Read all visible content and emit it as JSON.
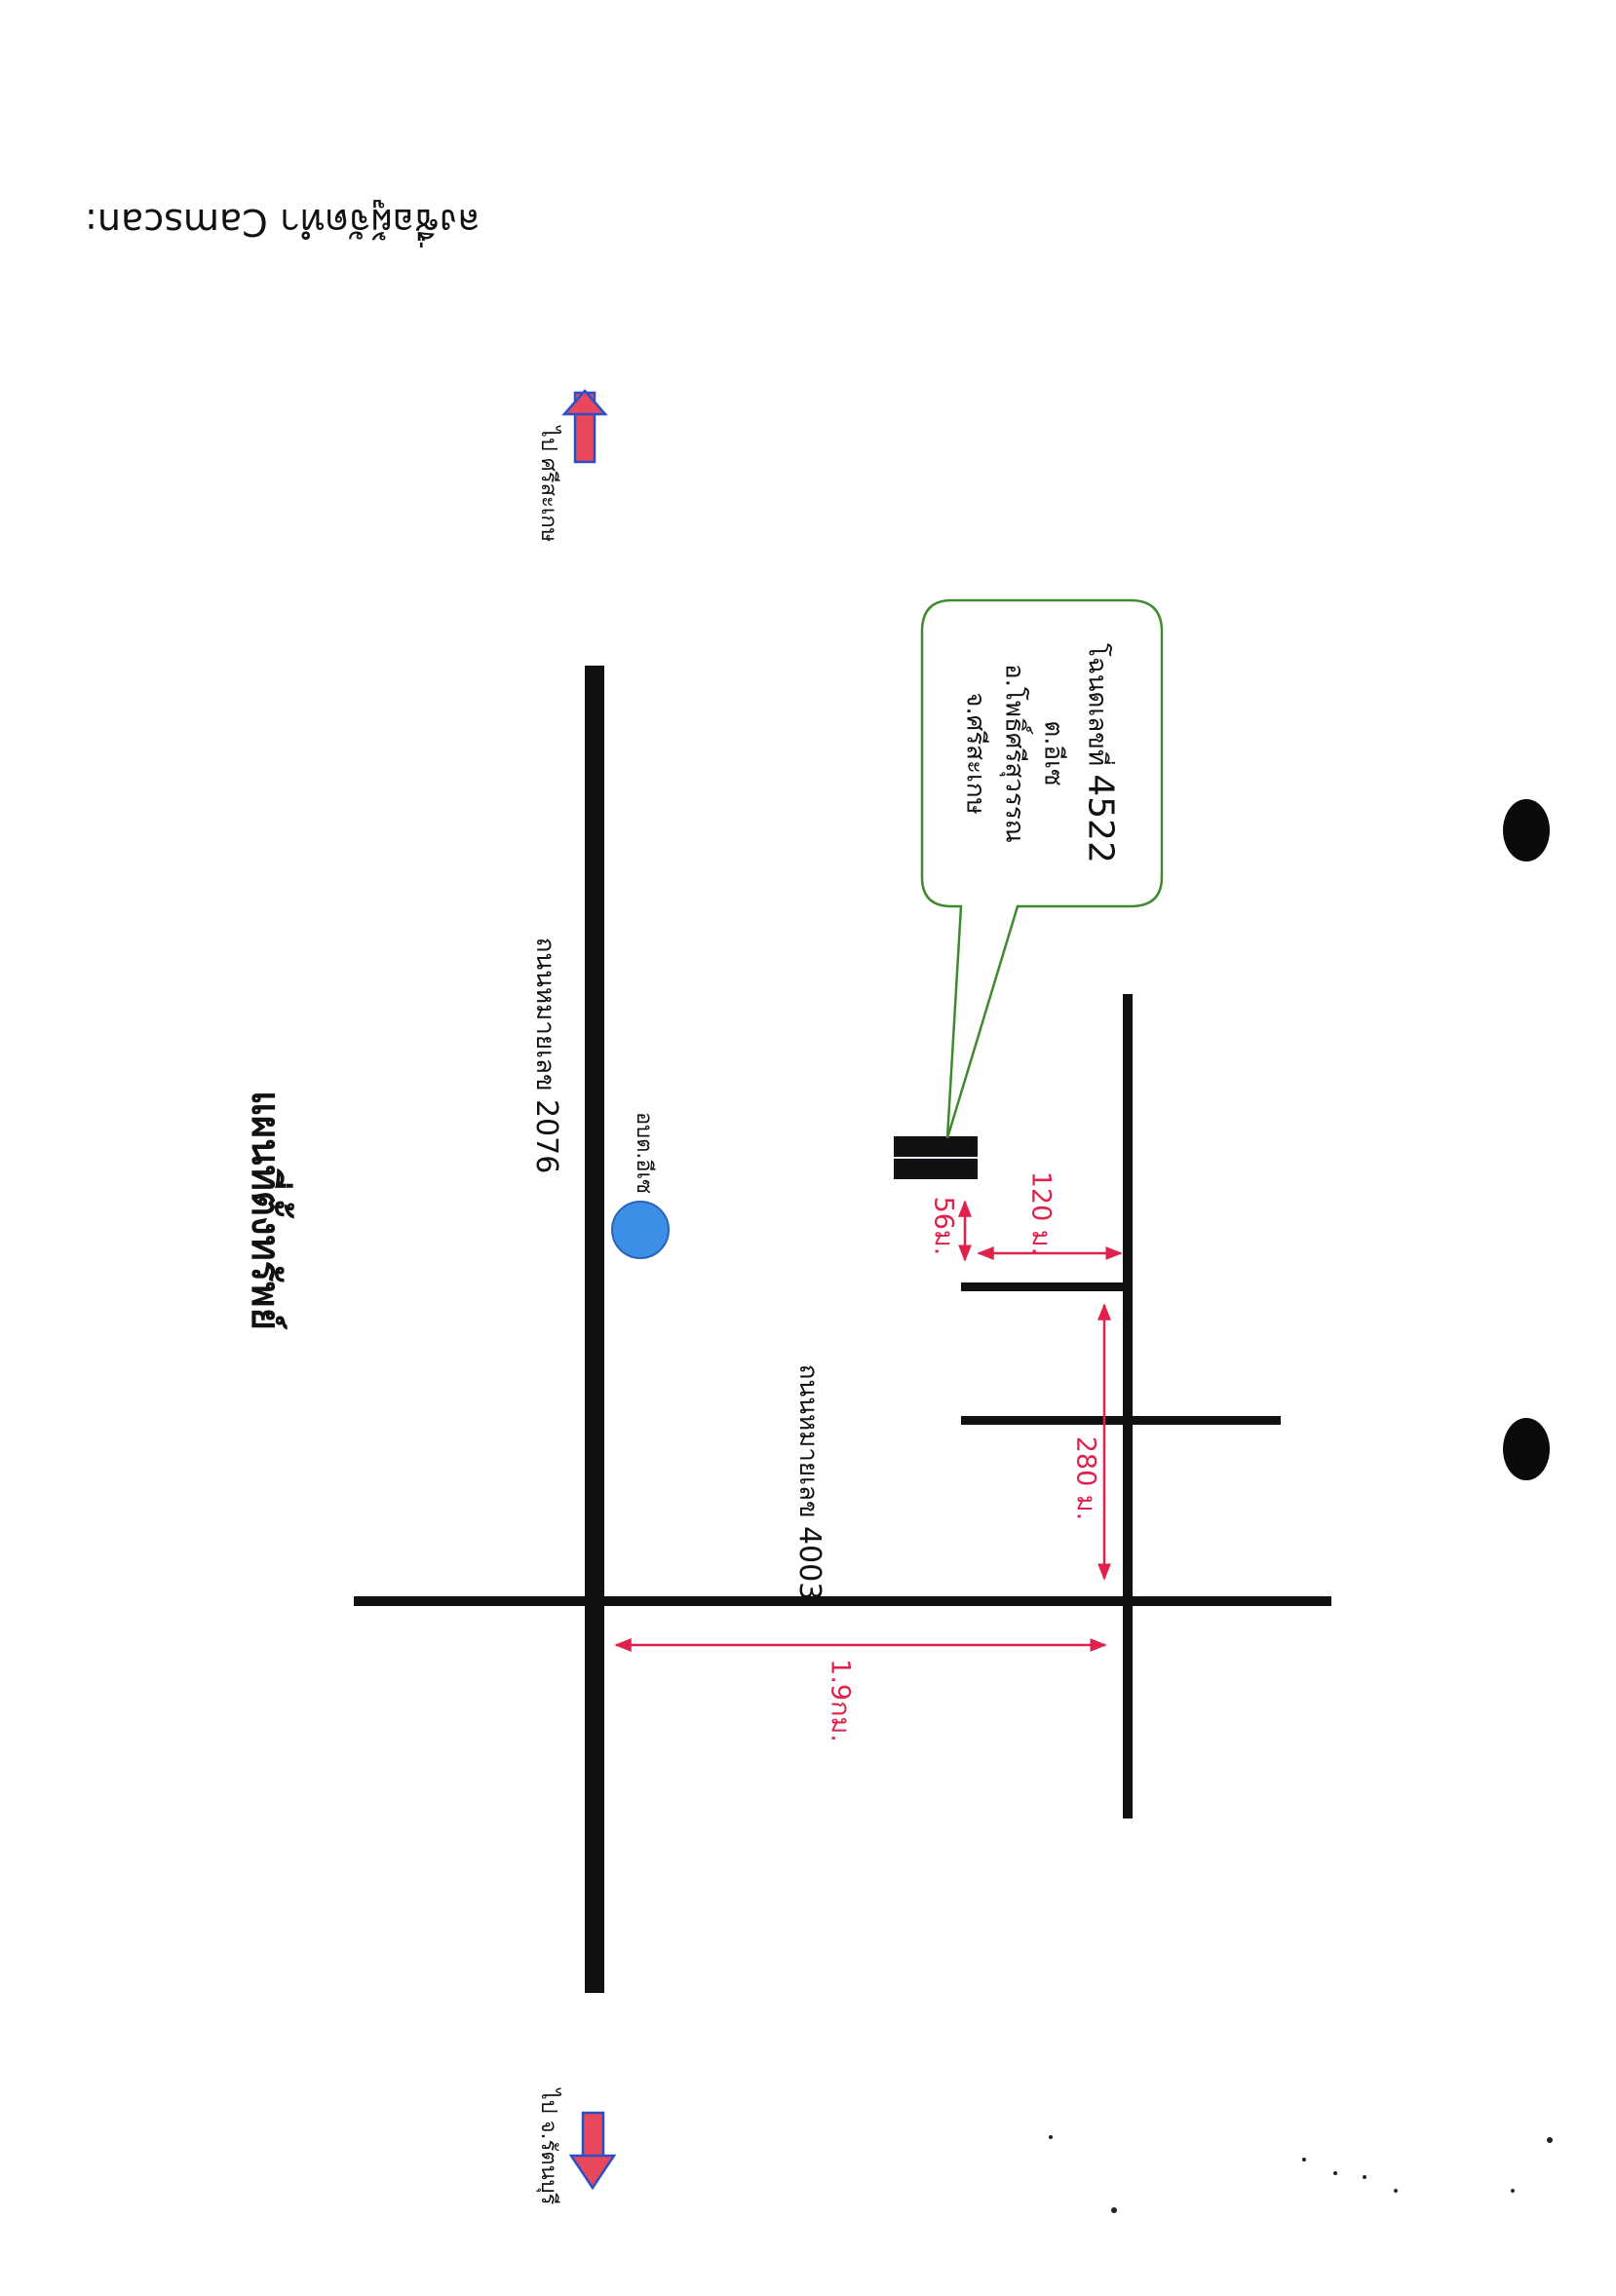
{
  "header": {
    "title": "แผนที่ตั้งทรัพย์",
    "signature_note": "ลงชื่อผู้จัดทำ Camscan:"
  },
  "roads": {
    "road_2076": {
      "prefix": "ถนนหมายเลข",
      "number": "2076"
    },
    "road_4003": {
      "prefix": "ถนนหมายเลข",
      "number": "4003"
    }
  },
  "landmarks": {
    "school_label": "อบต.อีเซ"
  },
  "directions": {
    "to_srisaket": "ไป ศรีสะเกษ",
    "to_ratchaburi": "ไป จ.รัตนบุรี"
  },
  "callout": {
    "line1": "โฉนดเลขที่",
    "line1_number": "4522",
    "line2": "ต.อีเซ",
    "line3": "อ.โพธิ์ศรีสุวรรณ",
    "line4": "จ.ศรีสะเกษ"
  },
  "distances": {
    "d_56": "56ม.",
    "d_120": "120 ม.",
    "d_280": "280 ม.",
    "d_19": "1.9กม."
  },
  "colors": {
    "road": "#111111",
    "distance": "#e0214b",
    "landmark": "#3b8fe6",
    "arrow_fill": "#e8475c",
    "arrow_outline": "#2a4fc9",
    "callout_border": "#3f8a2e"
  }
}
